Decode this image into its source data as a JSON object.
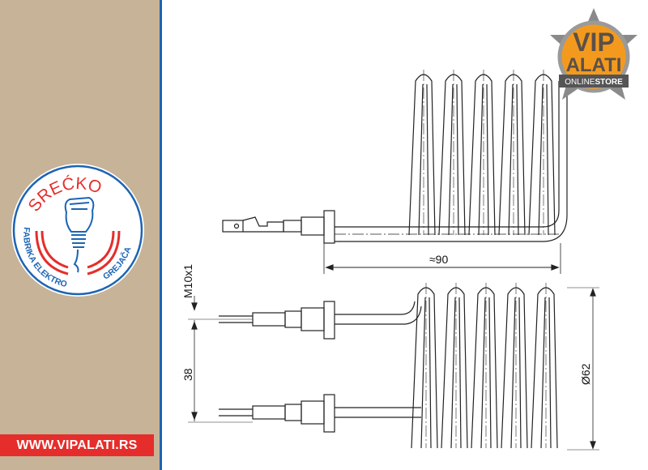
{
  "brand": {
    "logo_title": "SREĆKO",
    "logo_subtitle_left": "FABRIKA ELEKTRO",
    "logo_subtitle_right": "GREJAČA",
    "website": "WWW.VIPALATI.RS",
    "store_badge_line1": "VIP",
    "store_badge_line2": "ALATI",
    "store_badge_online": "ONLINE",
    "store_badge_store": "STORE"
  },
  "drawing": {
    "dim_length": "≈90",
    "dim_thread": "M10x1",
    "dim_spacing": "38",
    "dim_diameter": "Ø62"
  },
  "colors": {
    "sidebar": "#c6b398",
    "accent_blue": "#1c64b4",
    "accent_red": "#e52e2b",
    "badge_orange": "#f39a1e"
  }
}
